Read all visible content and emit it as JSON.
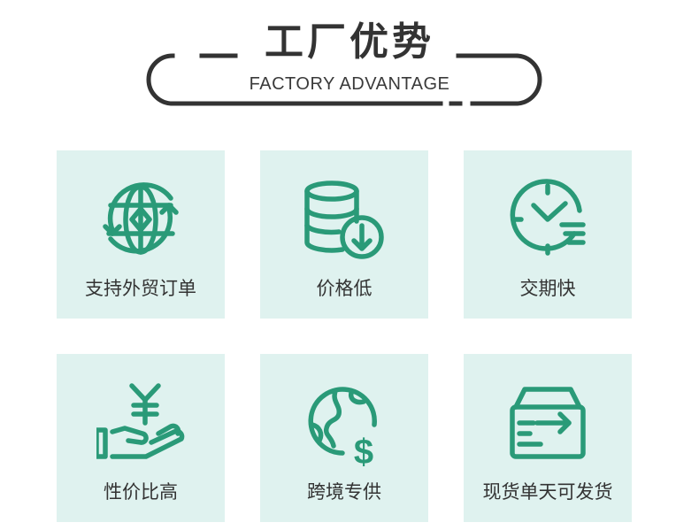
{
  "header": {
    "title_cn": "工厂优势",
    "title_en": "FACTORY ADVANTAGE"
  },
  "colors": {
    "accent": "#2a9a78",
    "card_bg": "#dff2ef",
    "text": "#333333"
  },
  "cards": [
    {
      "label": "支持外贸订单",
      "icon": "globe-icon"
    },
    {
      "label": "价格低",
      "icon": "coin-stack-download-icon"
    },
    {
      "label": "交期快",
      "icon": "clock-icon"
    },
    {
      "label": "性价比高",
      "icon": "hand-yen-icon"
    },
    {
      "label": "跨境专供",
      "icon": "globe-dollar-icon"
    },
    {
      "label": "现货单天可发货",
      "icon": "delivery-box-icon"
    }
  ]
}
